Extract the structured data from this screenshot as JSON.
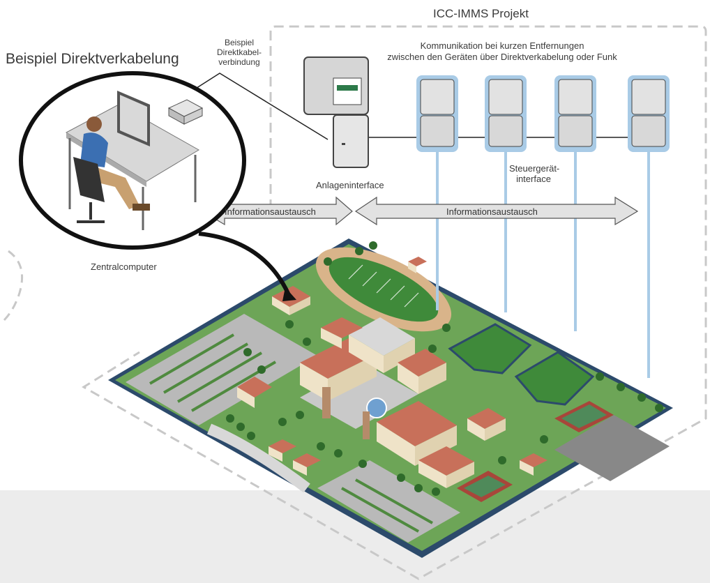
{
  "labels": {
    "project_title": "ICC-IMMS Projekt",
    "direct_wiring_title": "Beispiel Direktverkabelung",
    "direct_cable_line1": "Beispiel",
    "direct_cable_line2": "Direktkabel-",
    "direct_cable_line3": "verbindung",
    "communication_line1": "Kommunikation bei kurzen Entfernungen",
    "communication_line2": "zwischen den Geräten über Direktverkabelung oder Funk",
    "system_interface": "Anlageninterface",
    "controller_interface_line1": "Steuergerät-",
    "controller_interface_line2": "interface",
    "info_exchange_left": "Informationsaustausch",
    "info_exchange_right": "Informationsaustausch",
    "central_computer": "Zentralcomputer"
  },
  "colors": {
    "dashed_border": "#c8c8c8",
    "bottom_band": "#ececec",
    "grass": "#5f9a4a",
    "campus_edge": "#2c4a6b",
    "blue_line": "#a9cbe6",
    "roof": "#c8705a",
    "building": "#efe3c8",
    "track": "#d9b48a",
    "field": "#3f8a3a",
    "parking": "#b6b6b6"
  },
  "icons": [
    "computer-workstation-icon",
    "cable-box-icon",
    "system-interface-icon",
    "controller-icon",
    "campus-map-icon"
  ]
}
